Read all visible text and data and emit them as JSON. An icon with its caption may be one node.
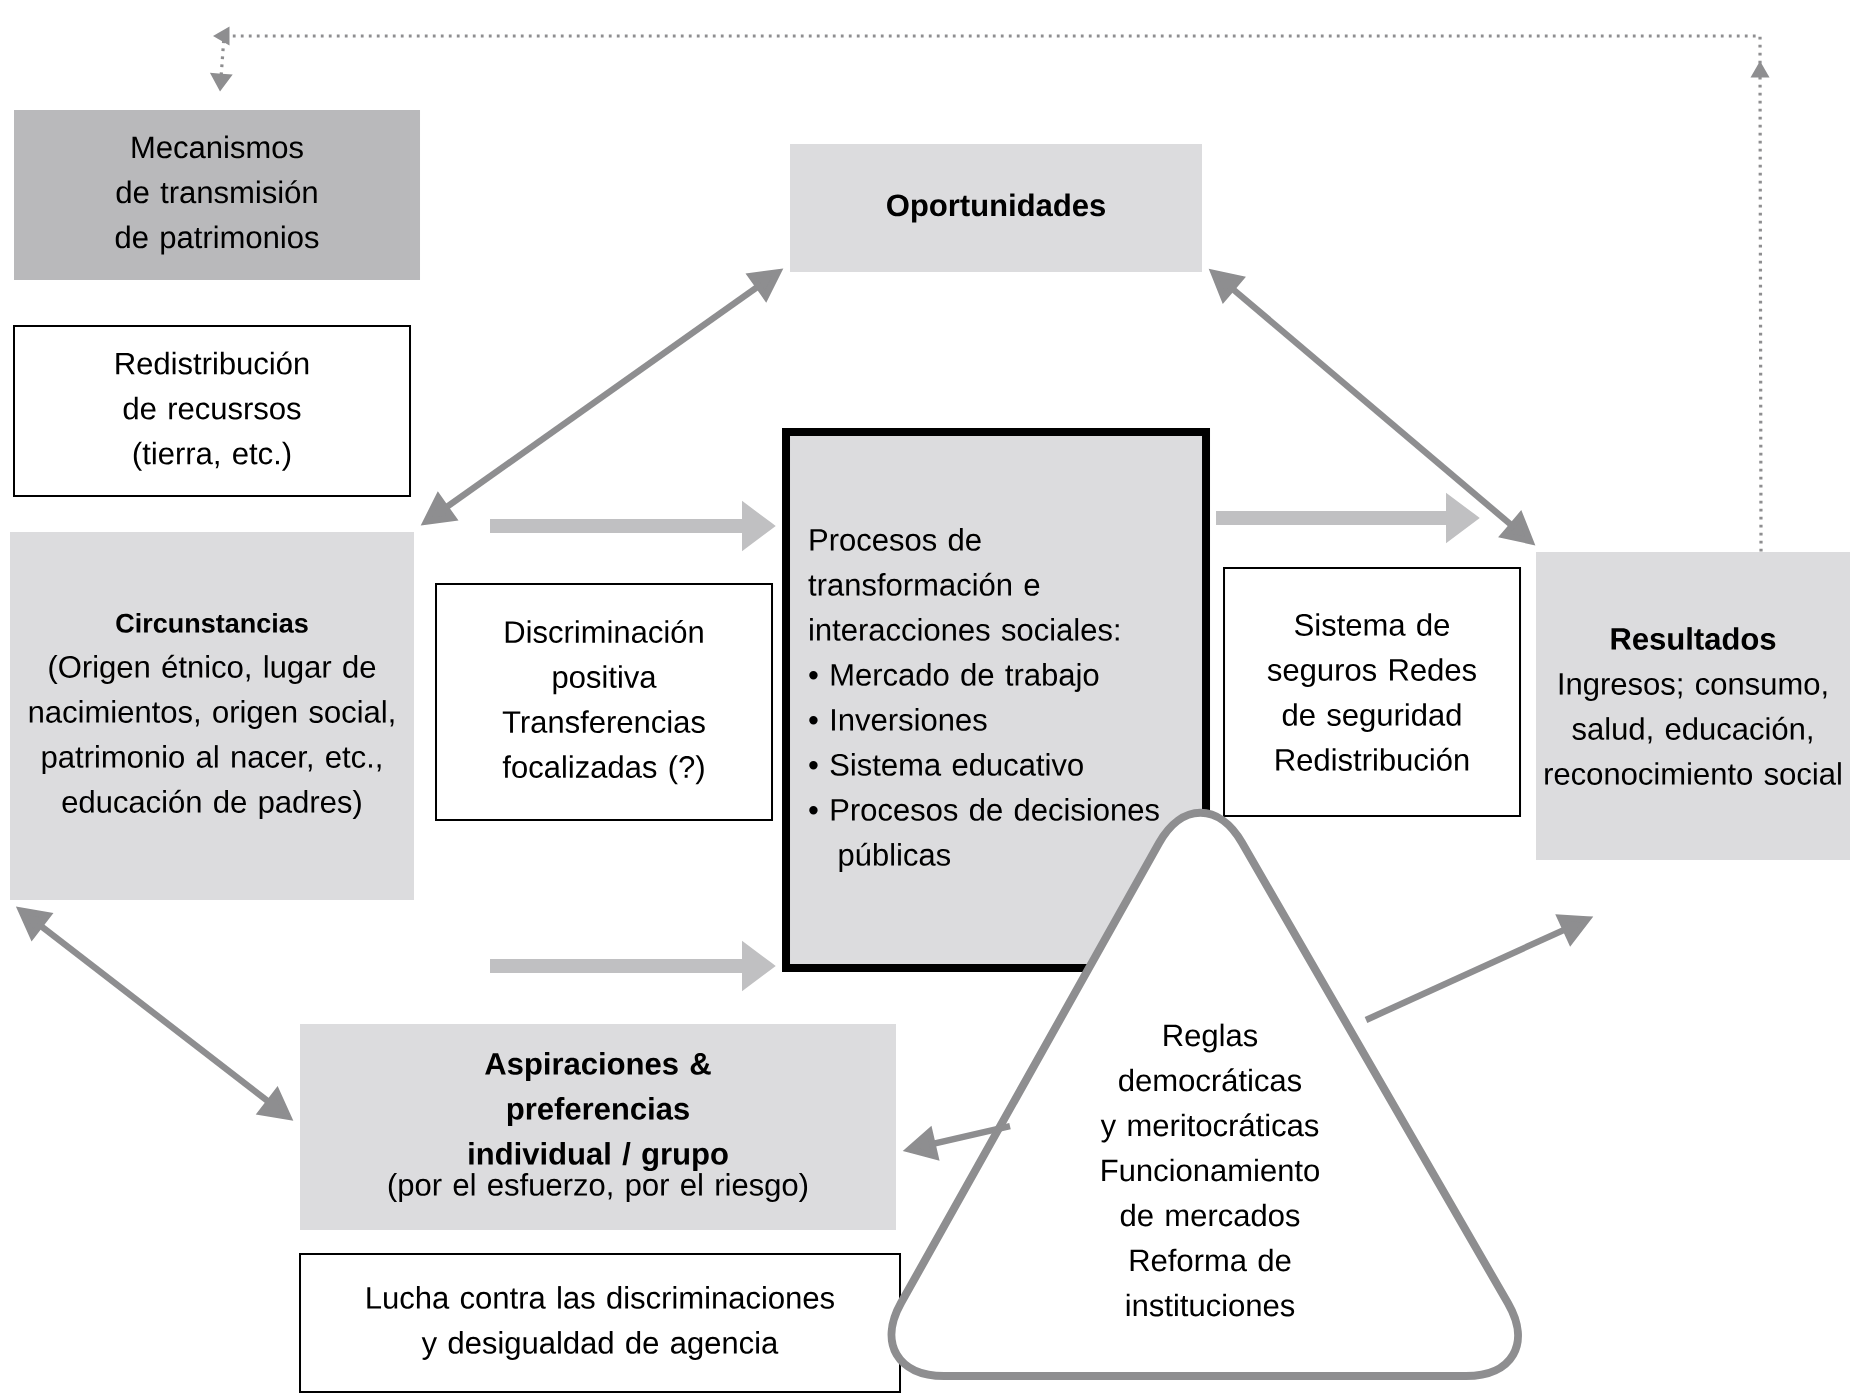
{
  "diagram": {
    "nodes": [
      {
        "text": [
          "Mecanismos de transmisión de patrimonios"
        ]
      },
      {
        "text": [
          "Oportunidades"
        ]
      },
      {
        "text": [
          "Redistribución de recusrsos (tierra, etc.)"
        ]
      },
      {
        "text": [
          "Circunstancias",
          "(Origen étnico, lugar de nacimientos, origen social, patrimonio al nacer, etc., educación de padres)"
        ]
      },
      {
        "text": [
          "Discriminación positiva Transferencias focalizadas (?)"
        ]
      },
      {
        "text": [
          "Procesos de transformación e interacciones sociales:",
          "• Mercado de trabajo",
          "• Inversiones",
          "• Sistema educativo",
          "• Procesos de decisiones públicas"
        ]
      },
      {
        "text": [
          "Sistema de seguros Redes de seguridad Redistribución"
        ]
      },
      {
        "text": [
          "Resultados",
          "Ingresos; consumo, salud, educación, reconocimiento social"
        ]
      },
      {
        "text": [
          "Aspiraciones & preferencias individual / grupo",
          "(por el esfuerzo, por el riesgo)"
        ]
      },
      {
        "text": [
          "Lucha contra las discriminaciones y desigualdad de agencia"
        ]
      },
      {
        "text": [
          "Reglas democráticas y meritocráticas Funcionamiento de mercados Reforma de instituciones"
        ]
      }
    ],
    "edges": [
      {
        "from": 3,
        "to": 1,
        "arrow": "both"
      },
      {
        "from": 1,
        "to": 7,
        "arrow": "both"
      },
      {
        "from": 3,
        "to": 8,
        "arrow": "both"
      },
      {
        "from": null,
        "to": 5,
        "arrow": "to",
        "style": "thick",
        "color": "#c0c0c2"
      },
      {
        "from": null,
        "to": 5,
        "arrow": "to",
        "style": "thick",
        "color": "#c0c0c2"
      },
      {
        "from": 5,
        "to": null,
        "arrow": "to",
        "style": "thick",
        "color": "#c0c0c2"
      },
      {
        "from": 10,
        "to": 7,
        "arrow": "to"
      },
      {
        "from": 10,
        "to": 8,
        "arrow": "to"
      },
      {
        "from": 7,
        "to": 0,
        "arrow": "to",
        "style": "dashed"
      }
    ]
  }
}
